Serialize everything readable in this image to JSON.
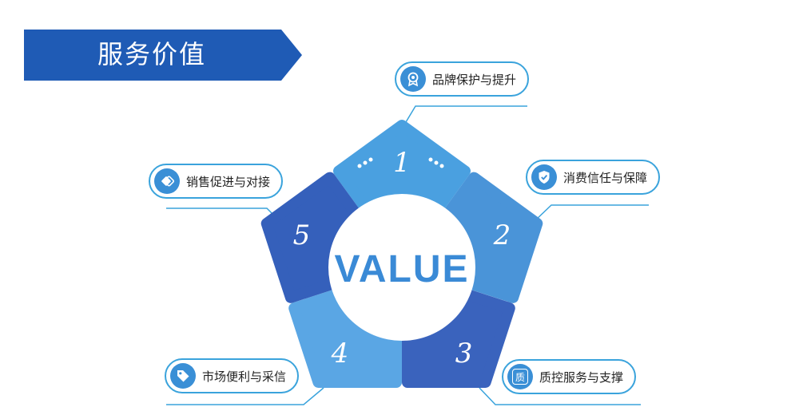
{
  "header": {
    "title": "服务价值"
  },
  "center": {
    "label": "VALUE"
  },
  "segments": [
    {
      "number": "1",
      "label": "品牌保护与提升",
      "icon": "award-badge-icon"
    },
    {
      "number": "2",
      "label": "消费信任与保障",
      "icon": "shield-check-icon"
    },
    {
      "number": "3",
      "label": "质控服务与支撑",
      "icon": "quality-icon",
      "glyph": "质"
    },
    {
      "number": "4",
      "label": "市场便利与采信",
      "icon": "price-tag-icon"
    },
    {
      "number": "5",
      "label": "销售促进与对接",
      "icon": "handshake-icon"
    }
  ],
  "colors": {
    "banner": "#1f5bb5",
    "accent": "#3aa3dc",
    "segment_1": "#4aa0e0",
    "segment_2": "#4a94d8",
    "segment_3": "#3a63bd",
    "segment_4": "#5aa6e4",
    "segment_5": "#3560bb",
    "value_text": "#3a8ad6"
  }
}
